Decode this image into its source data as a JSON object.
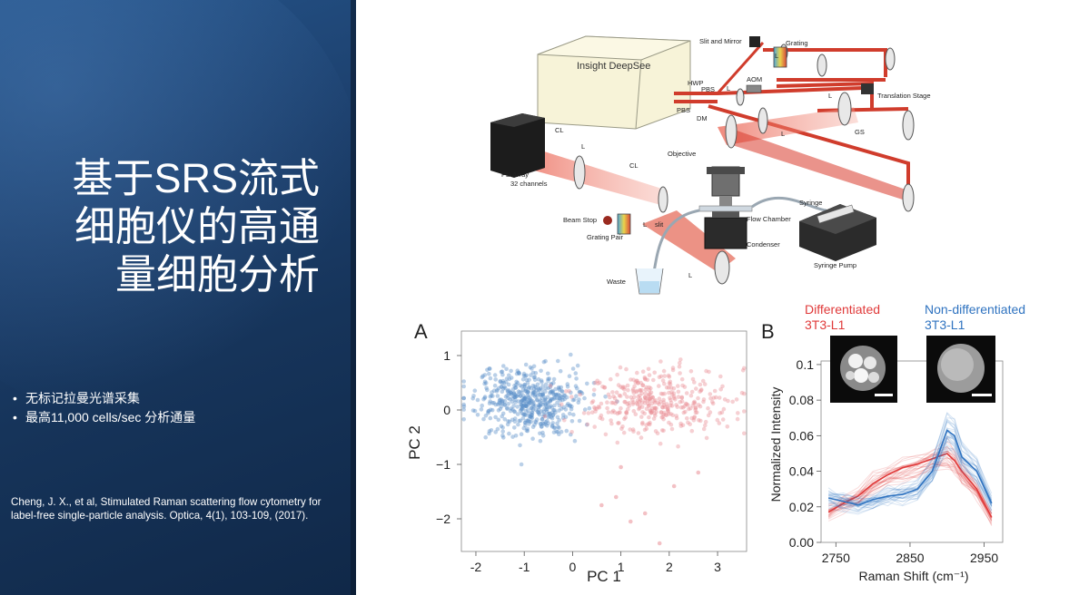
{
  "slide": {
    "title": "基于SRS流式细胞仪的高通量细胞分析",
    "bullets": [
      "无标记拉曼光谱采集",
      "最高11,000 cells/sec 分析通量"
    ],
    "citation": "Cheng, J. X., et al, Stimulated Raman scattering flow cytometry for label-free single-particle analysis. Optica, 4(1), 103-109, (2017).",
    "colors": {
      "sidebar": "#1c3f6c",
      "beam_red": "#d03c2c",
      "blue_points": "#5a8fc8",
      "red_points": "#e98e96",
      "differentiated": "#e03a3a",
      "non_differentiated": "#2f73c0"
    }
  },
  "schematic": {
    "labels": {
      "laser": "Insight DeepSee",
      "slit_mirror": "Slit and Mirror",
      "grating_top": "Grating",
      "aom": "AOM",
      "hwp": "HWP",
      "pbs1": "PBS",
      "pbs2": "PBS",
      "dm": "DM",
      "translation_stage": "Translation Stage",
      "gs": "GS",
      "cl1": "CL",
      "cl2": "CL",
      "pd_array": "PD Array",
      "pd_channels": "32 channels",
      "objective": "Objective",
      "flow_chamber": "Flow Chamber",
      "syringe": "Syringe",
      "syringe_pump": "Syringe Pump",
      "condenser": "Condenser",
      "beam_stop": "Beam Stop",
      "grating_pair": "Grating Pair",
      "slit": "slit",
      "waste": "Waste",
      "lens": "L"
    }
  },
  "chart_data": [
    {
      "type": "scatter",
      "panel_label": "A",
      "xlabel": "PC 1",
      "ylabel": "PC 2",
      "xlim": [
        -2.3,
        3.6
      ],
      "ylim": [
        -2.6,
        1.45
      ],
      "xticks": [
        "-2",
        "-1",
        "0",
        "1",
        "2",
        "3"
      ],
      "yticks": [
        "1",
        "0",
        "−1",
        "−2"
      ],
      "series": [
        {
          "color": "#5a8fc8",
          "x_center": -0.9,
          "x_spread": 0.55,
          "y_center": 0.15,
          "y_spread": 0.3,
          "n": 520
        },
        {
          "color": "#e98e96",
          "x_center": 1.7,
          "x_spread": 0.75,
          "y_center": 0.15,
          "y_spread": 0.3,
          "n": 380
        }
      ],
      "outliers": [
        [
          1.8,
          -2.45
        ],
        [
          0.6,
          -1.75
        ],
        [
          1.2,
          -2.05
        ],
        [
          2.1,
          -1.4
        ],
        [
          0.9,
          -1.6
        ],
        [
          1.5,
          -1.9
        ],
        [
          2.6,
          -1.15
        ],
        [
          1.0,
          -1.05
        ]
      ],
      "grid": false
    },
    {
      "type": "line",
      "panel_label": "B",
      "xlabel": "Raman Shift (cm⁻¹)",
      "ylabel": "Normalized Intensity",
      "xlim": [
        2730,
        2975
      ],
      "ylim": [
        0.0,
        0.102
      ],
      "xticks": [
        "2750",
        "2850",
        "2950"
      ],
      "yticks": [
        "0.00",
        "0.02",
        "0.04",
        "0.06",
        "0.08",
        "0.1"
      ],
      "x": [
        2740,
        2760,
        2780,
        2800,
        2820,
        2840,
        2860,
        2880,
        2900,
        2910,
        2920,
        2940,
        2960
      ],
      "series": [
        {
          "name": "Differentiated 3T3-L1",
          "color": "#e03a3a",
          "values": [
            0.017,
            0.022,
            0.026,
            0.033,
            0.038,
            0.042,
            0.044,
            0.047,
            0.05,
            0.046,
            0.04,
            0.03,
            0.014
          ]
        },
        {
          "name": "Non-differentiated 3T3-L1",
          "color": "#2f73c0",
          "values": [
            0.025,
            0.023,
            0.021,
            0.024,
            0.026,
            0.027,
            0.03,
            0.04,
            0.063,
            0.06,
            0.048,
            0.04,
            0.022
          ]
        }
      ],
      "legend": [
        "Differentiated",
        "3T3-L1",
        "Non-differentiated",
        "3T3-L1"
      ],
      "legend_position": "top",
      "grid": false
    }
  ]
}
